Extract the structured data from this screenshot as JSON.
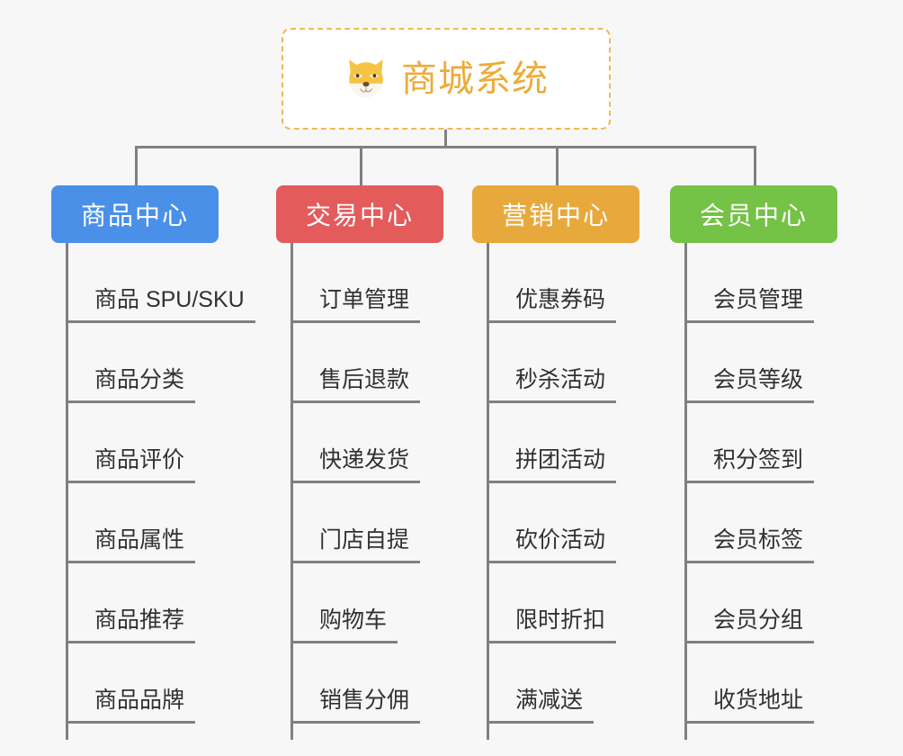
{
  "root": {
    "title": "商城系统",
    "icon": "shiba-dog-face-icon",
    "border_color": "#f0b952",
    "text_color": "#edab38"
  },
  "canvas": {
    "background_color": "#f7f7f7",
    "line_color": "#808080"
  },
  "branches": [
    {
      "label": "商品中心",
      "color": "#4a90e8",
      "items": [
        "商品 SPU/SKU",
        "商品分类",
        "商品评价",
        "商品属性",
        "商品推荐",
        "商品品牌"
      ]
    },
    {
      "label": "交易中心",
      "color": "#e35b5b",
      "items": [
        "订单管理",
        "售后退款",
        "快递发货",
        "门店自提",
        "购物车",
        "销售分佣"
      ]
    },
    {
      "label": "营销中心",
      "color": "#e8a93c",
      "items": [
        "优惠券码",
        "秒杀活动",
        "拼团活动",
        "砍价活动",
        "限时折扣",
        "满减送"
      ]
    },
    {
      "label": "会员中心",
      "color": "#74c246",
      "items": [
        "会员管理",
        "会员等级",
        "积分签到",
        "会员标签",
        "会员分组",
        "收货地址"
      ]
    }
  ]
}
